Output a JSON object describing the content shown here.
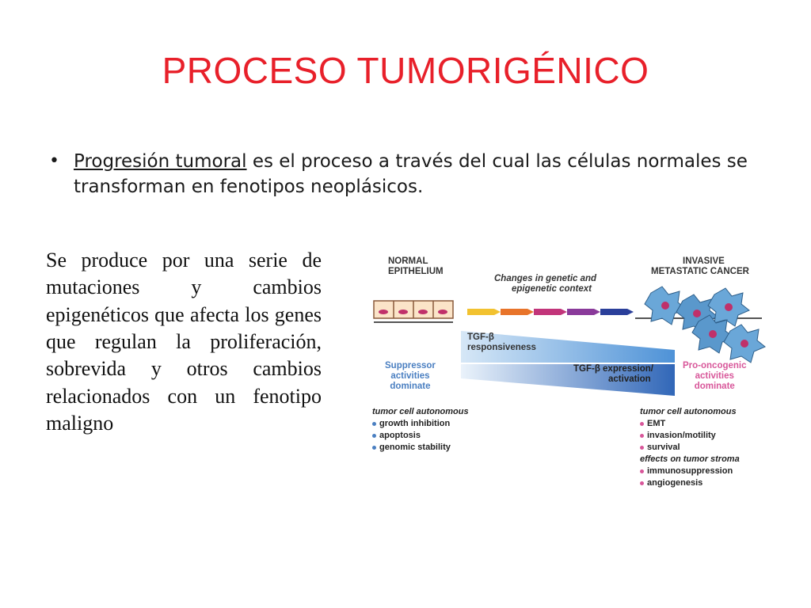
{
  "slide": {
    "title": "PROCESO TUMORIGÉNICO",
    "bullet": {
      "underlined": "Progresión tumoral",
      "rest": " es el proceso a través del cual las células normales se transforman en fenotipos neoplásicos."
    },
    "paragraph": "Se produce por una serie de mutaciones y cambios epigenéticos que afecta los genes que regulan la proliferación, sobrevida y otros cambios relacionados con un fenotipo maligno"
  },
  "figure": {
    "normal_label_1": "NORMAL",
    "normal_label_2": "EPITHELIUM",
    "changes_label_1": "Changes in genetic and",
    "changes_label_2": "epigenetic context",
    "invasive_label_1": "INVASIVE",
    "invasive_label_2": "METASTATIC CANCER",
    "tgf_resp_1": "TGF-β",
    "tgf_resp_2": "responsiveness",
    "tgf_expr_1": "TGF-β expression/",
    "tgf_expr_2": "activation",
    "suppressor_1": "Suppressor",
    "suppressor_2": "activities",
    "suppressor_3": "dominate",
    "pro_1": "Pro-oncogenic",
    "pro_2": "activities",
    "pro_3": "dominate",
    "left_heading": "tumor cell autonomous",
    "left_items": [
      "growth inhibition",
      "apoptosis",
      "genomic stability"
    ],
    "right_heading": "tumor cell autonomous",
    "right_items": [
      "EMT",
      "invasion/motility",
      "survival"
    ],
    "stroma_heading": "effects on tumor stroma",
    "stroma_items": [
      "immunosuppression",
      "angiogenesis"
    ],
    "colors": {
      "title_red": "#e8202a",
      "blue_text": "#4a7fc1",
      "pink_text": "#d8579a",
      "arrow_colors": [
        "#f2c230",
        "#e8742a",
        "#c2357a",
        "#8a3a9a",
        "#2a3f9a"
      ]
    }
  }
}
